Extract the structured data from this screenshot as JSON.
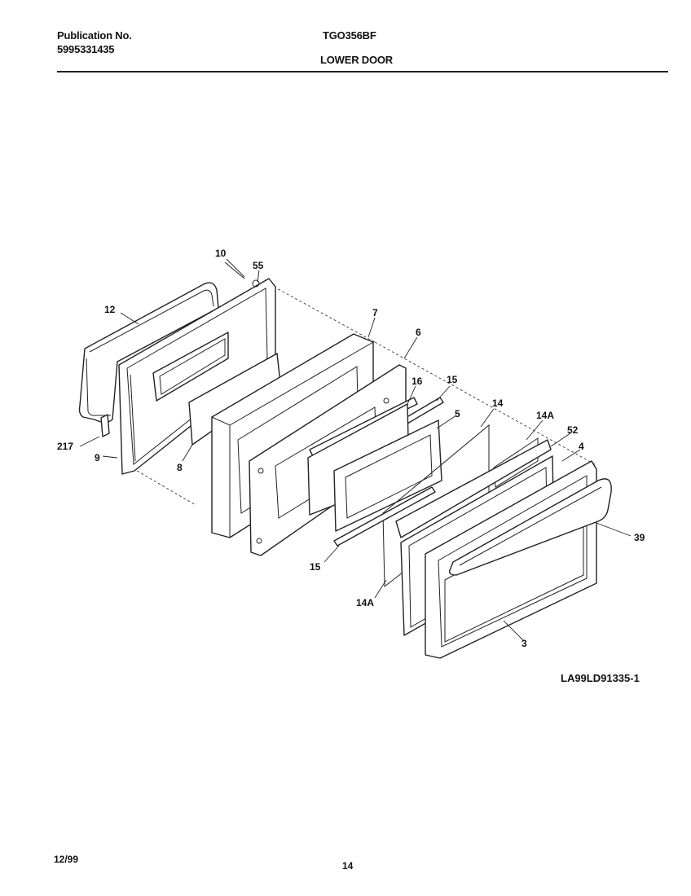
{
  "header": {
    "publication_label": "Publication No.",
    "publication_number": "5995331435",
    "model": "TGO356BF",
    "section_title": "LOWER DOOR"
  },
  "footer": {
    "drawing_code": "LA99LD91335-1",
    "date": "12/99",
    "page_number": "14"
  },
  "callouts": {
    "c10": "10",
    "c55": "55",
    "c12": "12",
    "c7": "7",
    "c6": "6",
    "c16": "16",
    "c15a": "15",
    "c14": "14",
    "c5": "5",
    "c14a_top": "14A",
    "c52": "52",
    "c4": "4",
    "c39": "39",
    "c217": "217",
    "c9": "9",
    "c8": "8",
    "c15b": "15",
    "c14a_bottom": "14A",
    "c3": "3"
  }
}
